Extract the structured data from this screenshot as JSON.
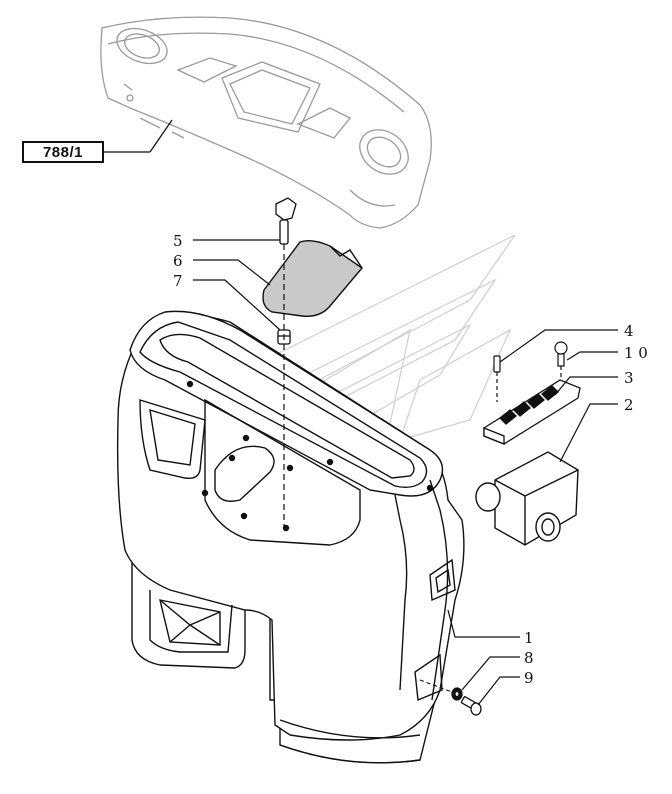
{
  "reference": {
    "label": "788/1"
  },
  "callouts": [
    {
      "id": "1",
      "text": "1"
    },
    {
      "id": "2",
      "text": "2"
    },
    {
      "id": "3",
      "text": "3"
    },
    {
      "id": "4",
      "text": "4"
    },
    {
      "id": "5",
      "text": "5"
    },
    {
      "id": "6",
      "text": "6"
    },
    {
      "id": "7",
      "text": "7"
    },
    {
      "id": "8",
      "text": "8"
    },
    {
      "id": "9",
      "text": "9"
    },
    {
      "id": "10",
      "text": "1 0"
    }
  ],
  "colors": {
    "line": "#111111",
    "ghost": "#9a9a9a",
    "watermark": "#cfcfcf",
    "cover_fill": "#c9c9c9"
  }
}
